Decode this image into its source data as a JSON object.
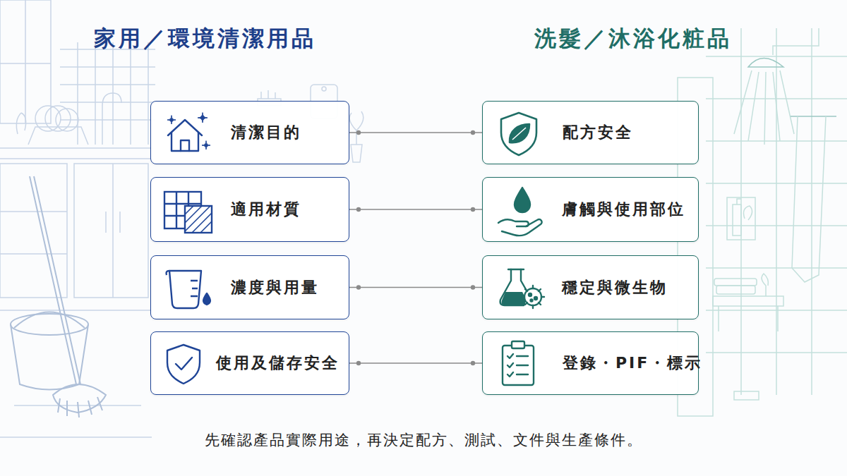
{
  "diagram": {
    "caption": "先確認產品實際用途，再決定配方、測試、文件與生產條件。",
    "nodes": [
      {
        "text": [
          "清潔目的"
        ]
      },
      {
        "text": [
          "適用材質"
        ]
      },
      {
        "text": [
          "濃度與用量"
        ]
      },
      {
        "text": [
          "使用及儲存安全"
        ]
      },
      {
        "text": [
          "配方安全"
        ]
      },
      {
        "text": [
          "膚觸與使用部位"
        ]
      },
      {
        "text": [
          "穩定與微生物"
        ]
      },
      {
        "text": [
          "登錄・PIF・標示"
        ]
      }
    ],
    "edges": [
      {
        "from": 0,
        "to": 4,
        "arrow": "none"
      },
      {
        "from": 1,
        "to": 5,
        "arrow": "none"
      },
      {
        "from": 2,
        "to": 6,
        "arrow": "none"
      },
      {
        "from": 3,
        "to": 7,
        "arrow": "none"
      }
    ],
    "labels": [
      "家用／環境清潔用品",
      "洗髮／沐浴化粧品"
    ]
  }
}
